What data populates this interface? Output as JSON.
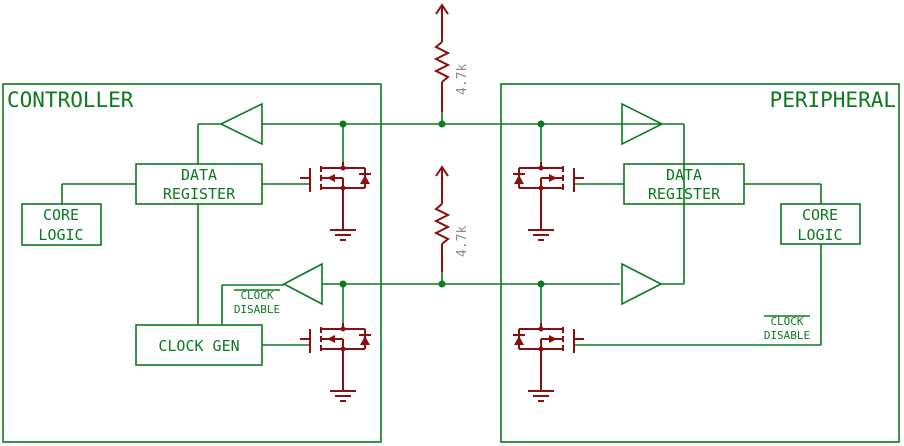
{
  "controller": {
    "title": "CONTROLLER",
    "data_register": [
      "DATA",
      "REGISTER"
    ],
    "core_logic": [
      "CORE",
      "LOGIC"
    ],
    "clock_gen": "CLOCK GEN",
    "clock_disable": [
      "CLOCK",
      "DISABLE"
    ]
  },
  "peripheral": {
    "title": "PERIPHERAL",
    "data_register": [
      "DATA",
      "REGISTER"
    ],
    "core_logic": [
      "CORE",
      "LOGIC"
    ],
    "clock_disable": [
      "CLOCK",
      "DISABLE"
    ]
  },
  "pullups": {
    "data_resistor": "4.7k",
    "clock_resistor": "4.7k"
  },
  "colors": {
    "wire": "#0b7a1e",
    "power_component": "#8a0f0f",
    "resistor_label": "#8c8c8c"
  }
}
